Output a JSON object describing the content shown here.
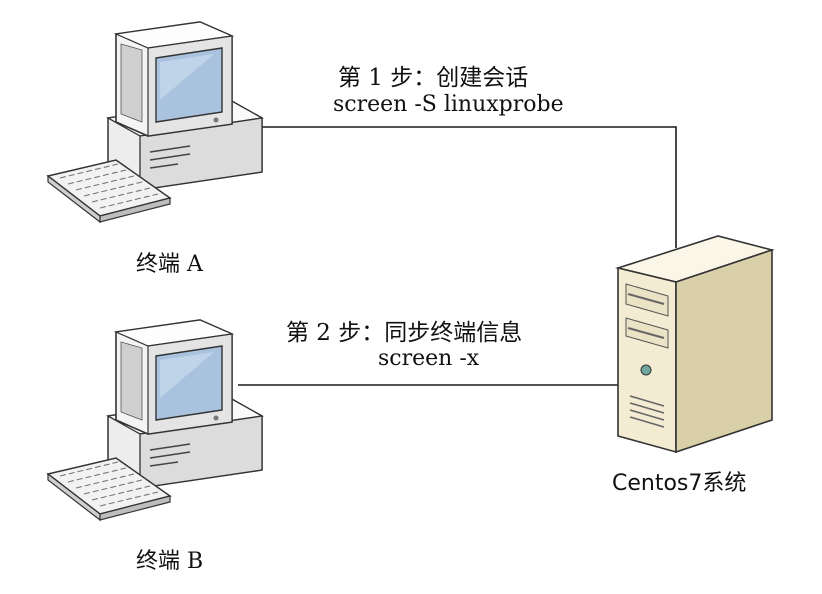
{
  "step1": {
    "title": "第 1 步：创建会话",
    "command": "screen -S linuxprobe"
  },
  "step2": {
    "title": "第 2 步：同步终端信息",
    "command": "screen -x"
  },
  "terminal_a": {
    "label": "终端 A"
  },
  "terminal_b": {
    "label": "终端 B"
  },
  "server": {
    "label": "Centos7系统"
  },
  "colors": {
    "line": "#1a1a1a",
    "monitor_body": "#f2f2f2",
    "screen": "#a9c3de",
    "server_body": "#f3ecd3",
    "server_side": "#d9cfa8",
    "outline": "#333333"
  }
}
